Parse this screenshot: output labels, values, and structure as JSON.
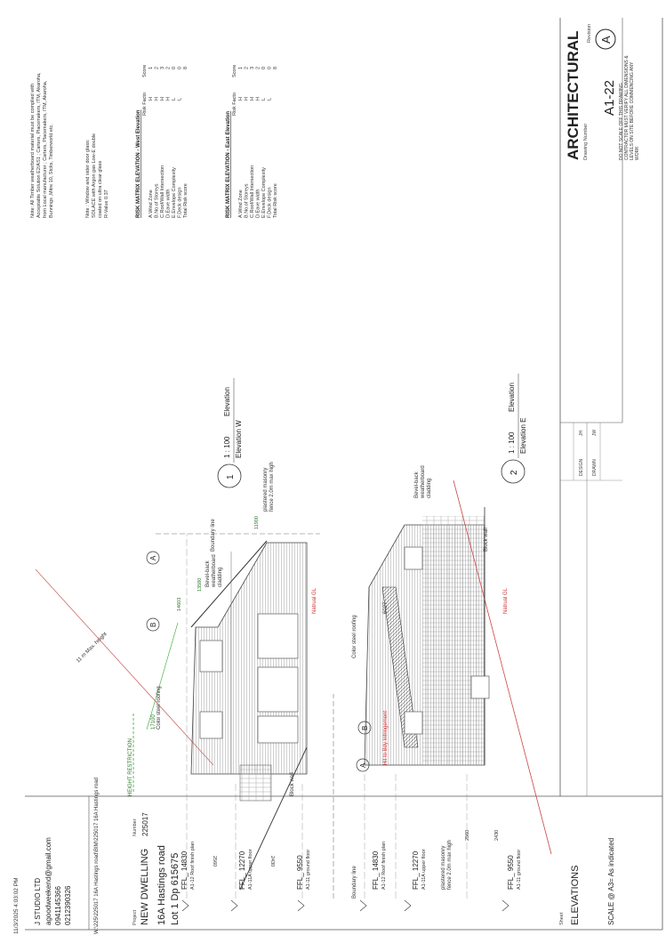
{
  "stamp": "11/3/2025 4:03:02 PM",
  "path": "W:\\225\\225017 16A Hastings road\\BIM\\225017 16A Hastings road",
  "company": {
    "name": "J STUDIO LTD",
    "email": "agoodweekend@gmail.com",
    "phone1": "0941145366",
    "phone2": "0212390326"
  },
  "project": {
    "label": "Project",
    "name": "NEW DWELLING",
    "number_label": "Number",
    "number": "225017",
    "address1": "16A Hastings road",
    "address2": "Lot 1 Dp 615675"
  },
  "sheet": {
    "label": "Sheet",
    "title": "ELEVATIONS",
    "scale": "SCALE @ A3= As indicated"
  },
  "design": {
    "label": "DESIGN",
    "value": "JH"
  },
  "drawn": {
    "label": "DRAWN",
    "value": "JW"
  },
  "title_block": {
    "discipline": "ARCHITECTURAL",
    "drawing_number_label": "Drawing Number",
    "drawing_number": "A1-22",
    "revision_label": "Revision",
    "revision": "A",
    "disclaimer": [
      "DO NOT SCALE OFF THIS DRAWING.",
      "CONTRACTOR MUST VERIFY ALL DIMENSIONS &",
      "LEVELS ON SITE BEFORE COMMENCING ANY",
      "WORK"
    ]
  },
  "notes": {
    "timber": [
      "Note: All Timber weatherboard material must be complied with",
      "Acceptable Solution E2/AS1 ; Carters, Placemakers, ITM, Akaroha,",
      "from Local manufacturer ; Carters, Placemakers, ITM, Akaroha,",
      "Bunnings ,Mitre 10, Stcks, Timberworld etc."
    ],
    "glazing": [
      "Note : Window and sider door glass:",
      "SOLACE with Argon gas Low-E double",
      "coated on ultra clear glass",
      "R-Value 0.37"
    ]
  },
  "risk_west": {
    "title": "RISK MATRIX ELEVATION - West Elevation",
    "col_factor": "Risk Facto",
    "col_score": "Score",
    "rows": [
      {
        "f": "A.Wind Zone",
        "r": "H",
        "s": "1"
      },
      {
        "f": "B.No.of Storeys",
        "r": "H",
        "s": "2"
      },
      {
        "f": "C.Roof/Wall Intersection",
        "r": "H",
        "s": "3"
      },
      {
        "f": "D.Eave width",
        "r": "H",
        "s": "2"
      },
      {
        "f": "E.Envelope Complexity",
        "r": "L",
        "s": "0"
      },
      {
        "f": "F.Deck design",
        "r": "L",
        "s": "0"
      },
      {
        "f": "Total Risk score",
        "r": "",
        "s": "8"
      }
    ]
  },
  "risk_east": {
    "title": "RISK MATRIX ELEVATION - East Elevation",
    "col_factor": "Risk Facto",
    "col_score": "Score",
    "rows": [
      {
        "f": "A.Wind Zone",
        "r": "H",
        "s": "1"
      },
      {
        "f": "B.No.of Storeys",
        "r": "H",
        "s": "2"
      },
      {
        "f": "C.Roof/Wall Intersection",
        "r": "H",
        "s": "3"
      },
      {
        "f": "D.Eave width",
        "r": "H",
        "s": "2"
      },
      {
        "f": "E.Envelope Complexity",
        "r": "L",
        "s": "0"
      },
      {
        "f": "F.Deck design",
        "r": "L",
        "s": "0"
      },
      {
        "f": "Total Risk score",
        "r": "",
        "s": "8"
      }
    ]
  },
  "elevation_w": {
    "number": "1",
    "scale": "1 : 100",
    "view": "Elevation",
    "name": "Elevation W"
  },
  "elevation_e": {
    "number": "2",
    "scale": "1 : 100",
    "view": "Elevation",
    "name": "Elevation E"
  },
  "levels": {
    "roof": {
      "name": "FFL_ 14830",
      "ref": "A1-12 Roof finish plan"
    },
    "upper": {
      "name": "FFL_ 12270",
      "ref": "A1-11A upper floor"
    },
    "ground": {
      "name": "FFL_ 9550",
      "ref": "A1-11 ground floor"
    }
  },
  "labels": {
    "max_height": "11 m Max. height",
    "height_restriction": "HEIGHT RESTRICTION",
    "hr_level": "17100",
    "ridge_level": "14603",
    "eave_level": "13580",
    "boundary_level": "11900",
    "boundary_line": "Boundary line",
    "colour_steel": "Color steel roofing",
    "bevel": [
      "Bevel-back",
      "weatherboard",
      "cladding"
    ],
    "fence": [
      "plastered masonry",
      "fence 2.0m max high"
    ],
    "block_wall": "Block wall",
    "natural_gl": "Natrual GL",
    "hir": "Hit to Bdy Infringement",
    "dim_6027": "6027",
    "dim_2560": "2560",
    "dim_2430": "2430",
    "grid_a": "A",
    "grid_b": "B"
  }
}
